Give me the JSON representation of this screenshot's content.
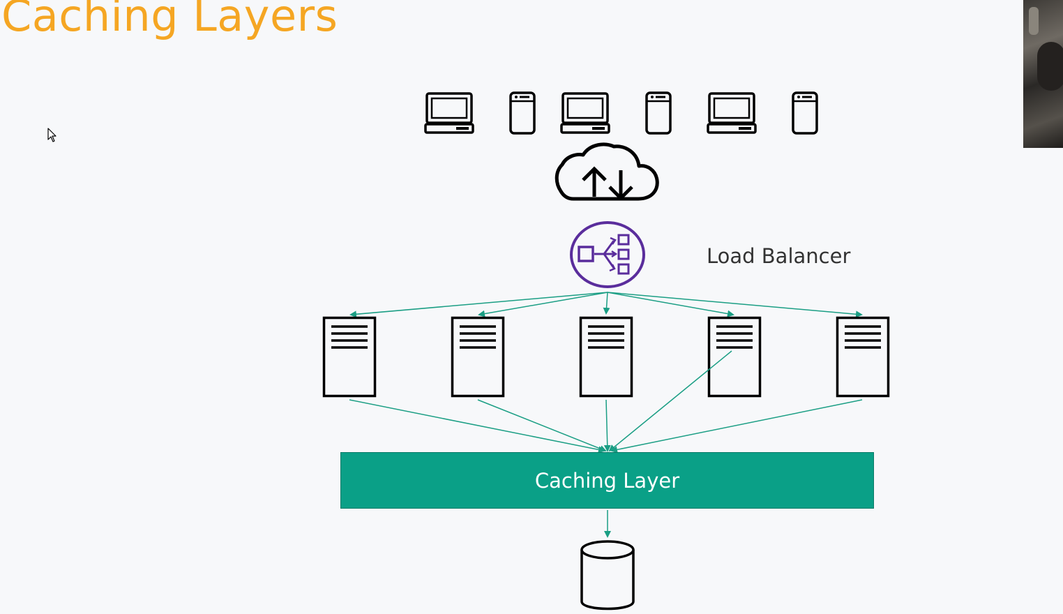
{
  "slide": {
    "title": "Caching Layers",
    "load_balancer_label": "Load Balancer",
    "caching_layer_label": "Caching Layer"
  },
  "clients": [
    "laptop-icon",
    "phone-icon",
    "laptop-icon",
    "phone-icon",
    "laptop-icon",
    "phone-icon"
  ],
  "servers_count": 5,
  "colors": {
    "title": "#f5a623",
    "arrows": "#1a9e84",
    "caching_layer": "#0aa087",
    "load_balancer": "#5a2d9c",
    "icons": "#000000"
  },
  "icons": {
    "internet": "cloud-upload-download-icon",
    "load_balancer": "load-balancer-icon",
    "database": "database-icon",
    "server": "server-icon"
  }
}
